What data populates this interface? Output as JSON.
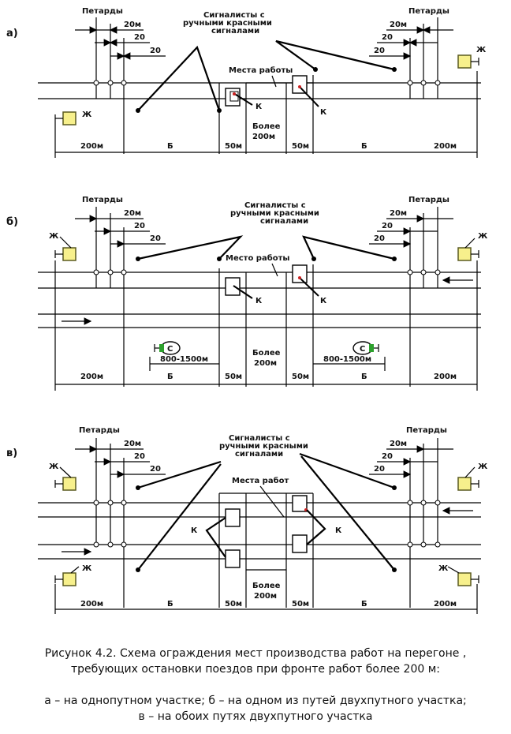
{
  "diagram": {
    "panels": [
      {
        "id": "a",
        "label": "а)",
        "petardy_left": "Петарды",
        "petardy_right": "Петарды",
        "dist_20m_left": "20м",
        "dist_20_left_1": "20",
        "dist_20_left_2": "20",
        "dist_20m_right": "20м",
        "dist_20_right_1": "20",
        "dist_20_right_2": "20",
        "signalmen": "Сигналисты с ручными красными сигналами",
        "work_place": "Места работы",
        "k_left": "К",
        "k_right": "К",
        "zh_left": "Ж",
        "zh_right": "Ж",
        "dim_200_left": "200м",
        "dim_b_left": "Б",
        "dim_50_left": "50м",
        "dim_more": "Более 200м",
        "dim_50_right": "50м",
        "dim_b_right": "Б",
        "dim_200_right": "200м"
      },
      {
        "id": "b",
        "label": "б)",
        "petardy_left": "Петарды",
        "petardy_right": "Петарды",
        "dist_20m_left": "20м",
        "dist_20_left_1": "20",
        "dist_20_left_2": "20",
        "dist_20m_right": "20м",
        "dist_20_right_1": "20",
        "dist_20_right_2": "20",
        "signalmen": "Сигналисты с ручными красными сигналами",
        "work_place": "Место работы",
        "k_left": "К",
        "k_right": "К",
        "zh_left": "Ж",
        "zh_right": "Ж",
        "s_left": "С",
        "s_right": "С",
        "range_left": "800-1500м",
        "range_right": "800-1500м",
        "dim_200_left": "200м",
        "dim_b_left": "Б",
        "dim_50_left": "50м",
        "dim_more": "Более 200м",
        "dim_50_right": "50м",
        "dim_b_right": "Б",
        "dim_200_right": "200м"
      },
      {
        "id": "v",
        "label": "в)",
        "petardy_left": "Петарды",
        "petardy_right": "Петарды",
        "dist_20m_left": "20м",
        "dist_20_left_1": "20",
        "dist_20_left_2": "20",
        "dist_20m_right": "20м",
        "dist_20_right_1": "20",
        "dist_20_right_2": "20",
        "signalmen": "Сигналисты с ручными красными сигналами",
        "work_place": "Места работ",
        "k_left": "К",
        "k_right": "К",
        "zh_top_left": "Ж",
        "zh_top_right": "Ж",
        "zh_bottom_left": "Ж",
        "zh_bottom_right": "Ж",
        "dim_200_left": "200м",
        "dim_b_left": "Б",
        "dim_50_left": "50м",
        "dim_more": "Более 200м",
        "dim_50_right": "50м",
        "dim_b_right": "Б",
        "dim_200_right": "200м"
      }
    ],
    "colors": {
      "shield": "#f7f08c",
      "shield_border": "#5a5a20",
      "s_marker": "#2ca02c",
      "red_mark": "#cc2222"
    }
  },
  "caption": {
    "line1": "Рисунок 4.2. Схема ограждения мест производства работ на перегоне ,",
    "line2": "требующих остановки поездов при фронте работ более  200 м:",
    "line3": "а – на однопутном участке; б – на одном из путей двухпутного участка;",
    "line4": "в – на обоих путях двухпутного участка"
  }
}
